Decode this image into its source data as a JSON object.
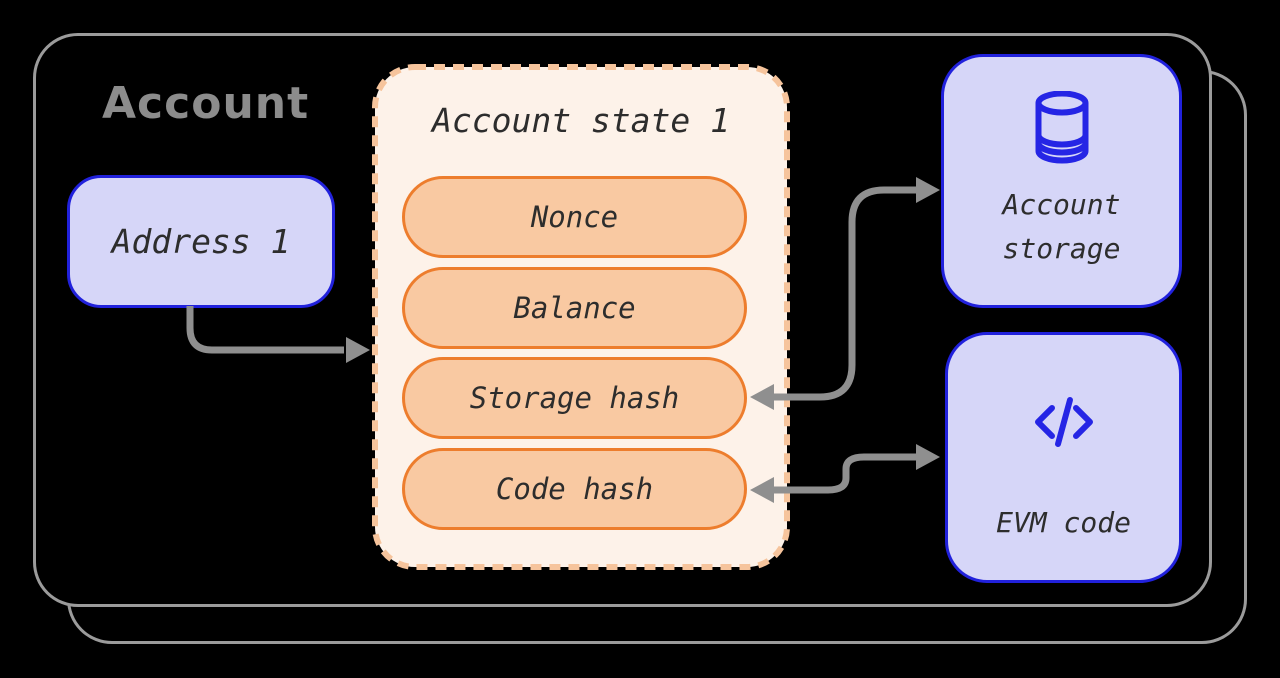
{
  "title": "Account",
  "address_box": {
    "label": "Address 1"
  },
  "state_box": {
    "title": "Account state 1",
    "pills": [
      {
        "label": "Nonce"
      },
      {
        "label": "Balance"
      },
      {
        "label": "Storage hash"
      },
      {
        "label": "Code hash"
      }
    ]
  },
  "storage_box": {
    "line1": "Account",
    "line2": "storage",
    "icon": "database-icon"
  },
  "evm_box": {
    "label": "EVM code",
    "icon": "code-icon"
  },
  "colors": {
    "background": "#000000",
    "card_outline_gray": "#9B9B9B",
    "heading_gray": "#8C8C8C",
    "node_fill_lavender": "#D6D6F8",
    "node_border_blue": "#2121DC",
    "icon_blue": "#2525E5",
    "state_fill_cream": "#FDF2E9",
    "state_dash_peach": "#F6C49C",
    "pill_fill_orange": "#F9C9A2",
    "pill_border_orange": "#ED7D2D",
    "text_dark": "#2D2D2D",
    "arrow_gray": "#8F8F8F"
  }
}
